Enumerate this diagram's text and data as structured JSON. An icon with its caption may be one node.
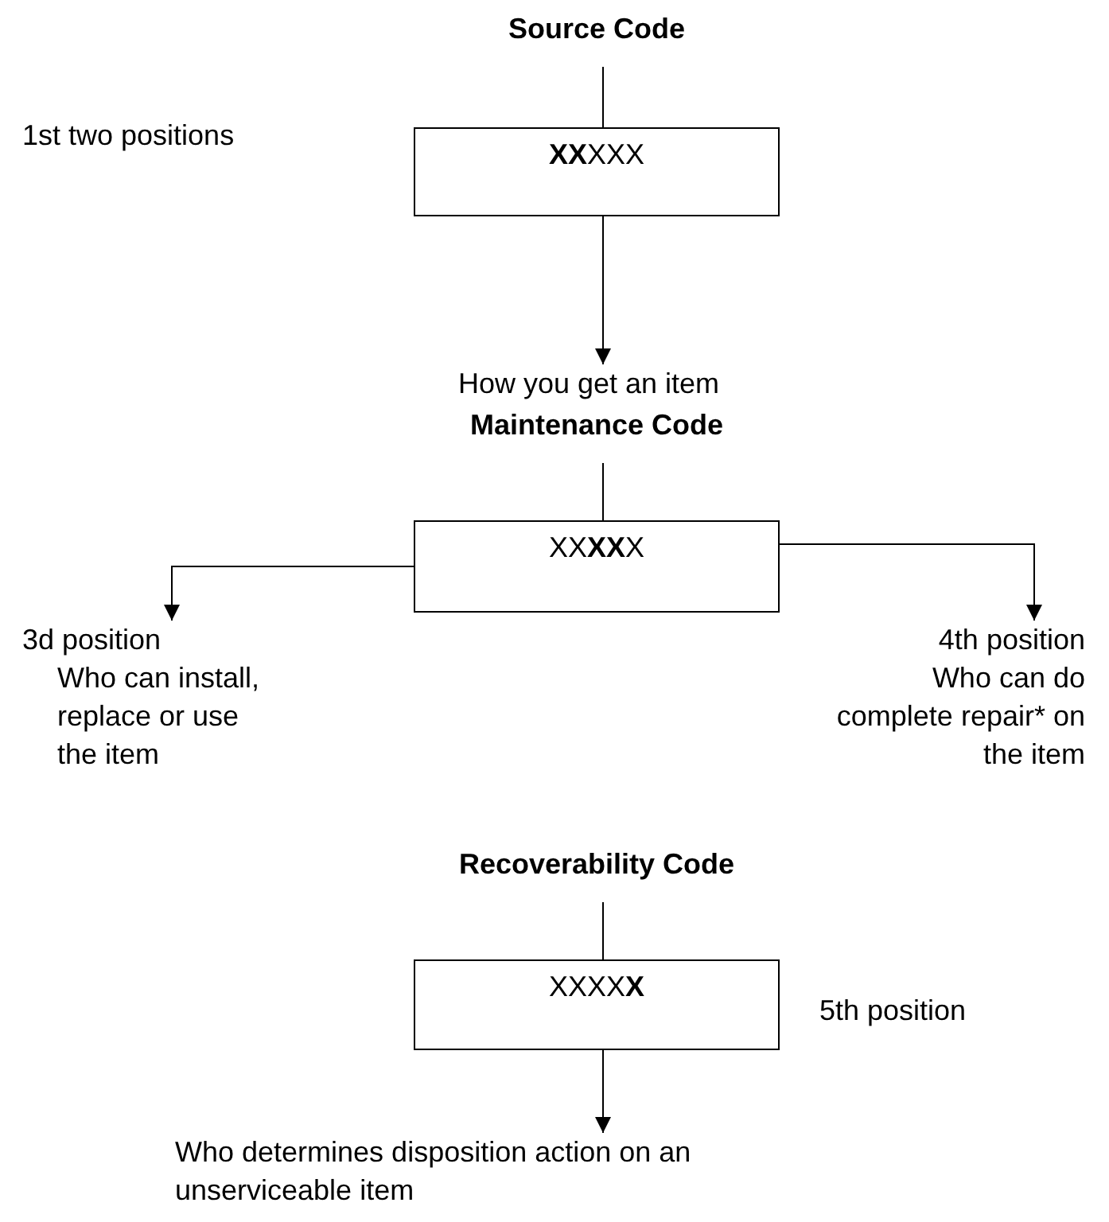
{
  "diagram": {
    "nodes": [
      {
        "text": [
          "Source Code",
          "**XX**XXX"
        ]
      },
      {
        "text": [
          "How you get an item"
        ]
      },
      {
        "text": [
          "Maintenance Code",
          "XX**XX**X"
        ]
      },
      {
        "text": [
          "3d position",
          "Who can install, replace or use the item"
        ]
      },
      {
        "text": [
          "4th position",
          "Who can do complete repair* on the item"
        ]
      },
      {
        "text": [
          "Recoverability Code",
          "XXXX**X**"
        ],
        "beside": [
          "5th position"
        ]
      },
      {
        "text": [
          "Who determines disposition action on an unserviceable item"
        ]
      }
    ],
    "edges": [
      {
        "from": 0,
        "to": 1,
        "arrow": "to"
      },
      {
        "from": 2,
        "to": 3,
        "arrow": "to"
      },
      {
        "from": 2,
        "to": 4,
        "arrow": "to"
      },
      {
        "from": 5,
        "to": 6,
        "arrow": "to"
      }
    ],
    "labels": [
      "1st two positions"
    ]
  }
}
